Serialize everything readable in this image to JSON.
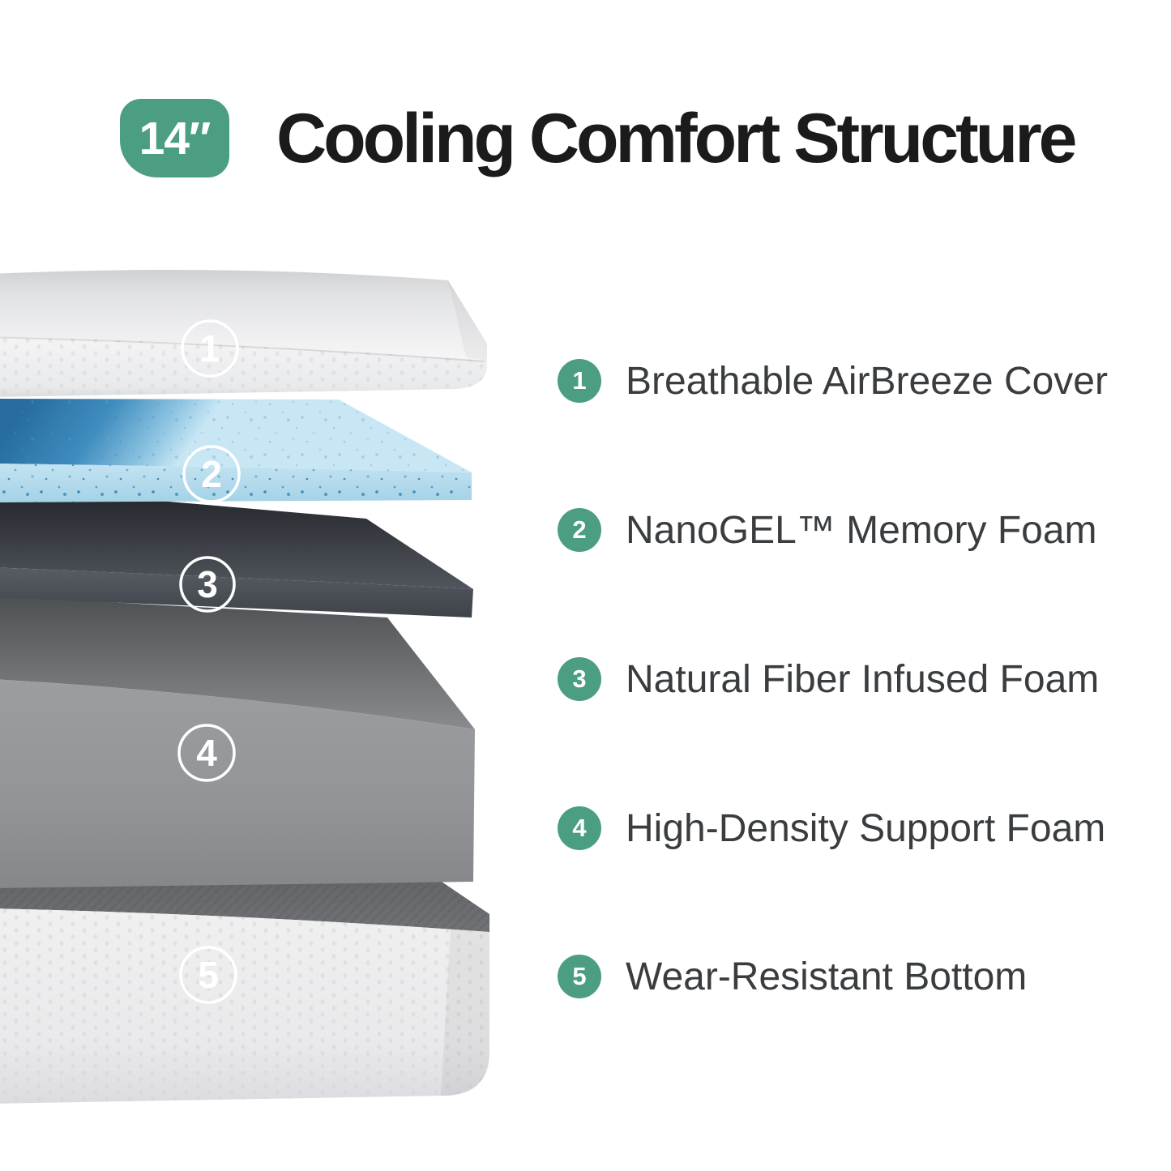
{
  "header": {
    "badge_label": "14″",
    "title": "Cooling Comfort Structure"
  },
  "diagram": {
    "markers": [
      {
        "number": "1"
      },
      {
        "number": "2"
      },
      {
        "number": "3"
      },
      {
        "number": "4"
      },
      {
        "number": "5"
      }
    ]
  },
  "legend": {
    "items": [
      {
        "number": "1",
        "label": "Breathable AirBreeze Cover"
      },
      {
        "number": "2",
        "label": "NanoGEL™ Memory Foam"
      },
      {
        "number": "3",
        "label": "Natural Fiber Infused Foam"
      },
      {
        "number": "4",
        "label": "High-Density Support Foam"
      },
      {
        "number": "5",
        "label": "Wear-Resistant Bottom"
      }
    ]
  },
  "colors": {
    "accent_green": "#4c9e83",
    "title_text": "#1b1b1b",
    "legend_text": "#3a3d3f",
    "gel_blue": "#2e7cb0",
    "foam_charcoal": "#2a2d32",
    "foam_gray": "#939598",
    "cover_white": "#f2f2f3"
  }
}
